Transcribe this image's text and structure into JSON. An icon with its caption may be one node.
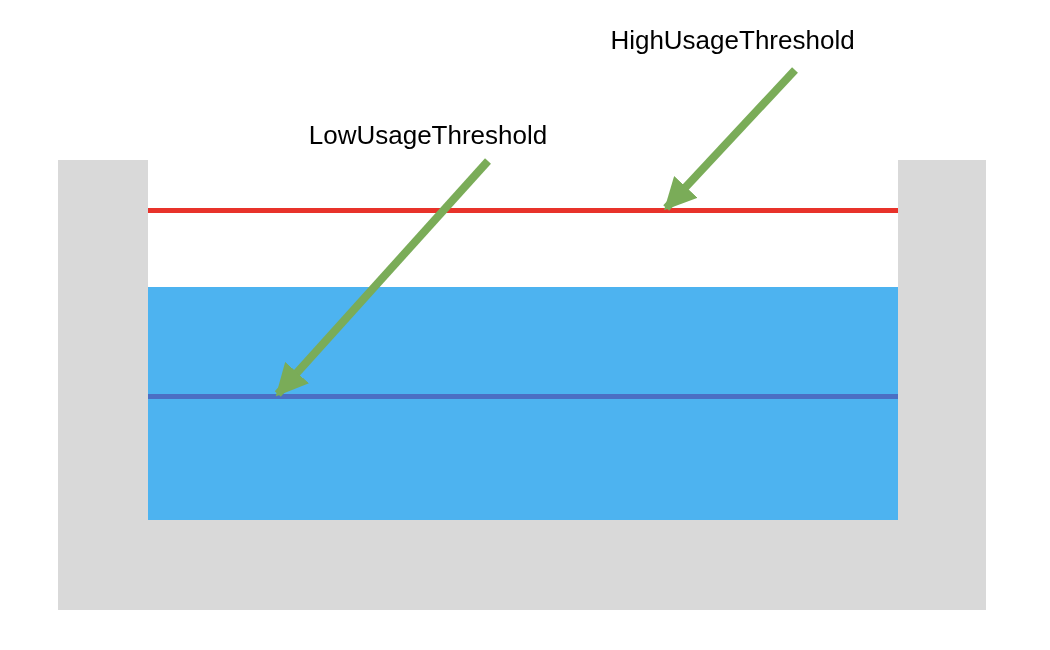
{
  "diagram": {
    "nodes": [
      {
        "text": [
          "HighUsageThreshold"
        ]
      },
      {
        "text": [
          "LowUsageThreshold"
        ]
      },
      {
        "text": [],
        "shape": "bar"
      },
      {
        "text": [],
        "shape": "bar"
      }
    ],
    "edges": [
      {
        "from": 0,
        "to": 2,
        "arrow": "to"
      },
      {
        "from": 1,
        "to": 3,
        "arrow": "to"
      }
    ]
  }
}
